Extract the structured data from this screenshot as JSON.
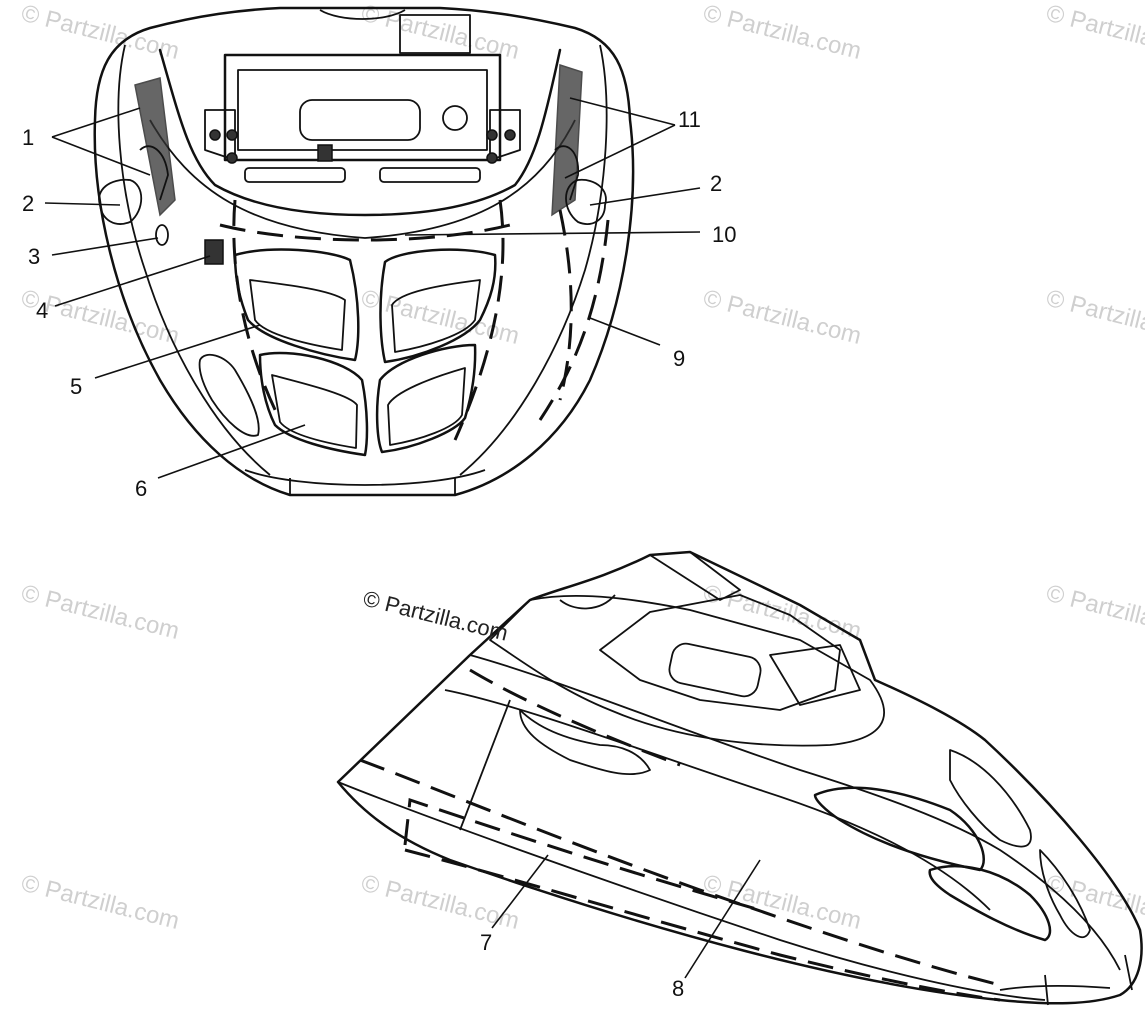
{
  "watermark": {
    "text": "© Partzilla.com",
    "main_text": "© Partzilla.com"
  },
  "callouts": {
    "c1": "1",
    "c2_left": "2",
    "c2_right": "2",
    "c3": "3",
    "c4": "4",
    "c5": "5",
    "c6": "6",
    "c7": "7",
    "c8": "8",
    "c9": "9",
    "c10": "10",
    "c11": "11"
  }
}
